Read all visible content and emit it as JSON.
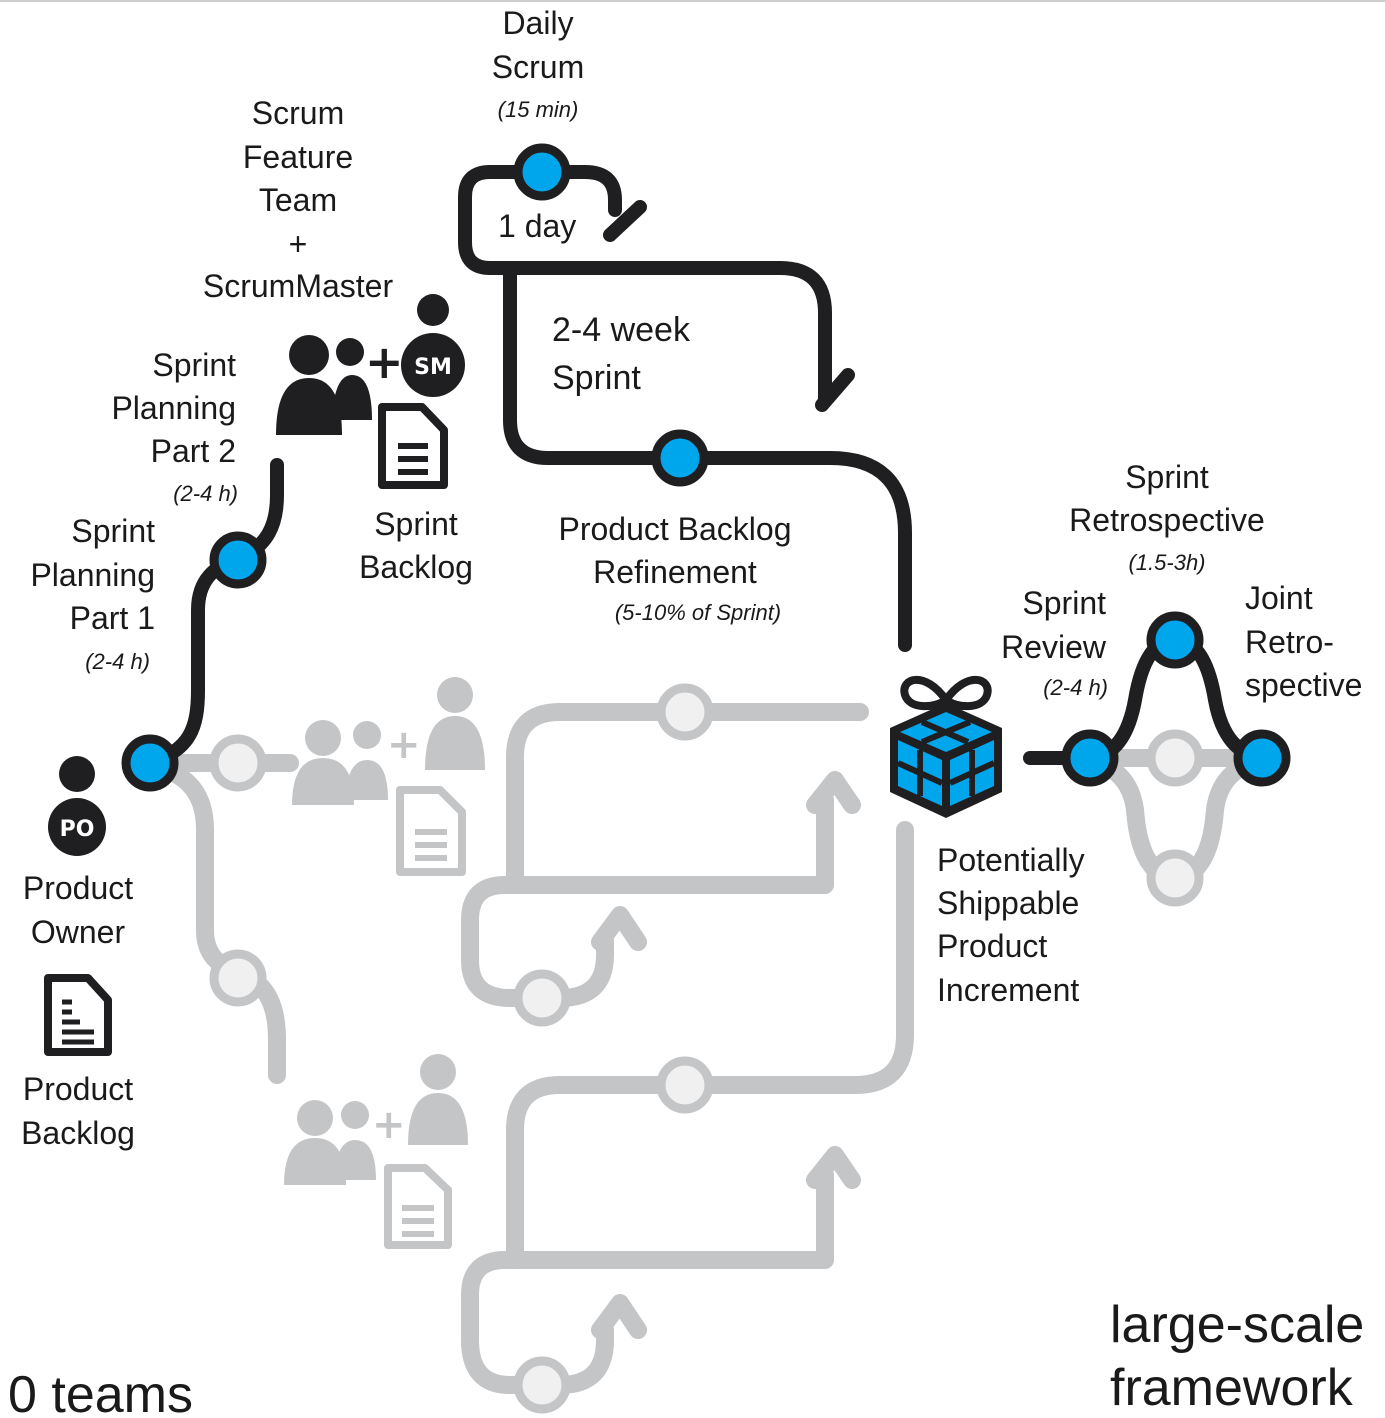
{
  "labels": {
    "daily_scrum": [
      "Daily",
      "Scrum"
    ],
    "daily_scrum_time": "(15 min)",
    "one_day": "1 day",
    "team": [
      "Scrum",
      "Feature",
      "Team",
      "+",
      "ScrumMaster"
    ],
    "sprint_length": [
      "2-4 week",
      "Sprint"
    ],
    "sp2": [
      "Sprint",
      "Planning",
      "Part 2"
    ],
    "sp2_time": "(2-4 h)",
    "sp1": [
      "Sprint",
      "Planning",
      "Part 1"
    ],
    "sp1_time": "(2-4 h)",
    "sprint_backlog": [
      "Sprint",
      "Backlog"
    ],
    "pbr": [
      "Product Backlog",
      "Refinement"
    ],
    "pbr_time": "(5-10% of Sprint)",
    "retro": [
      "Sprint",
      "Retrospective"
    ],
    "retro_time": "(1.5-3h)",
    "review": [
      "Sprint",
      "Review"
    ],
    "review_time": "(2-4 h)",
    "joint": [
      "Joint",
      "Retro-",
      "spective"
    ],
    "increment": [
      "Potentially",
      "Shippable",
      "Product",
      "Increment"
    ],
    "product_owner": [
      "Product",
      "Owner"
    ],
    "product_backlog": [
      "Product",
      "Backlog"
    ],
    "po_badge": "PO",
    "sm_badge": "SM",
    "footer_left": "0 teams",
    "footer_right": [
      "large-scale",
      "framework"
    ]
  },
  "colors": {
    "dark": "#1f1f21",
    "ghost": "#c4c5c7",
    "accent": "#00a6ec"
  }
}
